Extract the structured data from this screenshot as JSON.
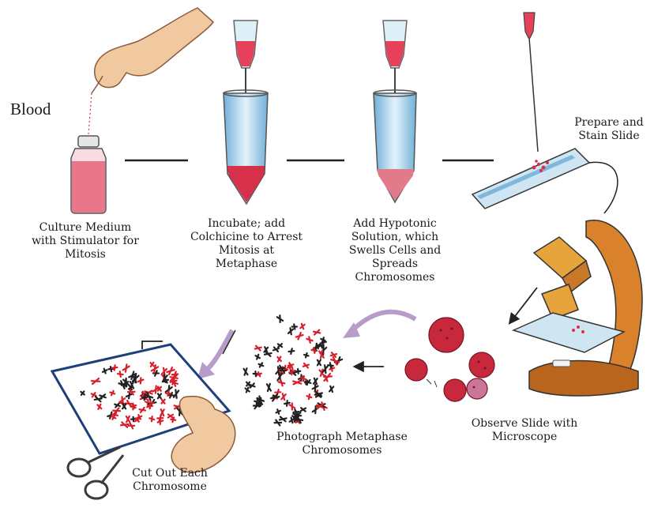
{
  "labels": {
    "blood": "Blood",
    "culture": [
      "Culture Medium",
      "with Stimulator for",
      "Mitosis"
    ],
    "incubate": [
      "Incubate; add",
      "Colchicine to Arrest",
      "Mitosis at",
      "Metaphase"
    ],
    "hypotonic": [
      "Add Hypotonic",
      "Solution, which",
      "Swells Cells and",
      "Spreads",
      "Chromosomes"
    ],
    "prepare": [
      "Prepare and",
      "Stain Slide"
    ],
    "observe": [
      "Observe Slide with",
      "Microscope"
    ],
    "photograph": [
      "Photograph Metaphase",
      "Chromosomes"
    ],
    "cutout": [
      "Cut Out Each",
      "Chromosome"
    ]
  },
  "colors": {
    "blood_red": "#d6304a",
    "tube_blue": "#a9d3ea",
    "arrow_lilac": "#b79cc9",
    "skin": "#f1c9a0",
    "microscope_orange": "#d9822b",
    "chromosome_red": "#d81f2a",
    "chromosome_dark": "#222222"
  }
}
